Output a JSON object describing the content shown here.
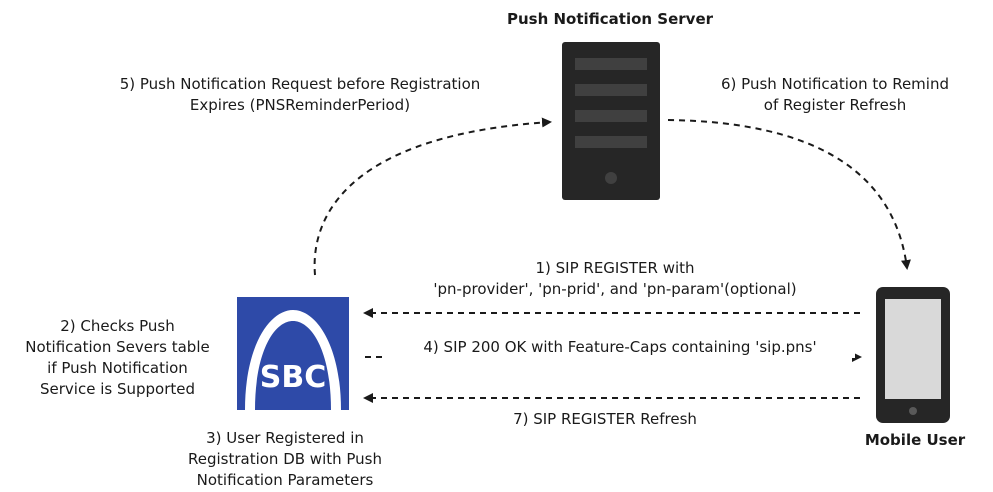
{
  "nodes": {
    "server": {
      "label": "Push Notification Server"
    },
    "sbc": {
      "label": "SBC"
    },
    "mobile": {
      "label": "Mobile User"
    }
  },
  "steps": {
    "s1": "1) SIP REGISTER with\n'pn-provider', 'pn-prid', and 'pn-param'(optional)",
    "s2": "2) Checks Push\nNotification Severs table\nif Push Notification\nService is Supported",
    "s3": "3) User Registered in\nRegistration DB with Push\nNotification Parameters",
    "s4": "4) SIP 200 OK with Feature-Caps containing 'sip.pns'",
    "s5": "5) Push Notification Request before Registration\nExpires (PNSReminderPeriod)",
    "s6": "6) Push Notification to Remind\nof Register Refresh",
    "s7": "7) SIP REGISTER Refresh"
  },
  "colors": {
    "server_body": "#262626",
    "server_slot": "#404040",
    "sbc_blue": "#2e4aa8",
    "phone_body": "#262626",
    "phone_screen": "#d9d9d9",
    "arrow": "#1a1a1a"
  }
}
